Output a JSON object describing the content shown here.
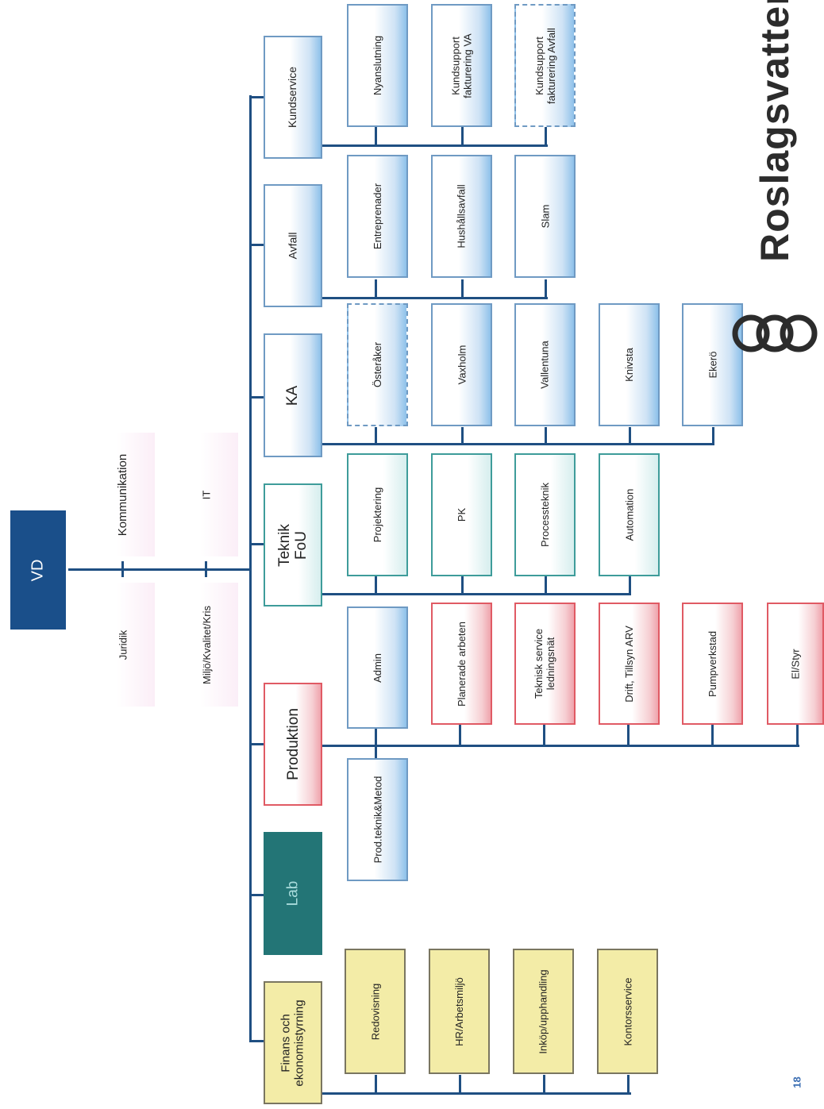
{
  "vd": "VD",
  "staff": {
    "kommunikation": "Kommunikation",
    "juridik": "Juridik",
    "it": "IT",
    "miljo": "Miljö/Kvalitet/Kris"
  },
  "departments": {
    "kundservice": "Kundservice",
    "avfall": "Avfall",
    "ka": "KA",
    "teknik": "Teknik\nFoU",
    "produktion": "Produktion",
    "lab": "Lab",
    "finans": "Finans och\nekonomistyrning"
  },
  "kundservice_units": [
    "Nyanslutning",
    "Kundsupport\nfakturering VA",
    "Kundsupport\nfakturering Avfall"
  ],
  "avfall_units": [
    "Entreprenader",
    "Hushållsavfall",
    "Slam"
  ],
  "ka_units": [
    "Österåker",
    "Vaxholm",
    "Vallentuna",
    "Knivsta",
    "Ekerö"
  ],
  "teknik_units": [
    "Projektering",
    "PK",
    "Processteknik",
    "Automation"
  ],
  "produktion_units": [
    "Admin",
    "Planerade arbeten",
    "Teknisk service\nledningsnät",
    "Drift, Tillsyn ARV",
    "Pumpverkstad",
    "El/Styr",
    "Prod.teknik&Metod"
  ],
  "finans_units": [
    "Redovisning",
    "HR/Arbetsmiljö",
    "Inköp/upphandling",
    "Kontorsservice"
  ],
  "brand": "Roslagsvatten",
  "page_number": "18",
  "colors": {
    "line": "#1f4f82",
    "vd": "#1a4f8a",
    "lab": "#237576",
    "blue_border": "#6f9ac3",
    "red_border": "#e05a64",
    "teal_border": "#3e9c9a",
    "yellow_fill": "#f3eca7"
  }
}
